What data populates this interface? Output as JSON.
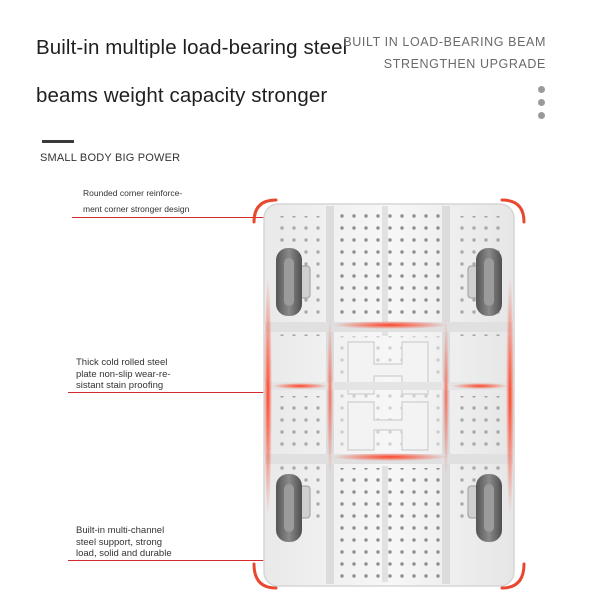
{
  "headline": {
    "line1": "Built-in multiple load-bearing steel",
    "line2": "beams weight capacity stronger"
  },
  "right_caption": {
    "line1": "BUILT IN LOAD-BEARING BEAM",
    "line2": "STRENGTHEN UPGRADE"
  },
  "section_title": "SMALL BODY BIG POWER",
  "annotations": {
    "corner": [
      "Rounded corner reinforce-",
      "ment corner stronger design"
    ],
    "plate": [
      "Thick cold rolled steel",
      "plate non-slip wear-re-",
      "sistant stain proofing"
    ],
    "support": [
      "Built-in multi-channel",
      "steel support, strong",
      "load, solid and durable"
    ]
  },
  "colors": {
    "accent": "#e8482f",
    "plate": "#f2f2f2",
    "wheel": "#707070"
  }
}
